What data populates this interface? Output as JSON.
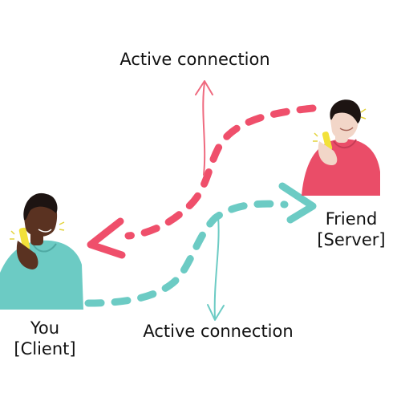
{
  "labels": {
    "top_connection": "Active connection",
    "bottom_connection": "Active connection",
    "client_line1": "You",
    "client_line2": "[Client]",
    "server_line1": "Friend",
    "server_line2": "[Server]"
  },
  "colors": {
    "client_to_server": "#6ccbc4",
    "server_to_client": "#ef4f6b",
    "client_shirt": "#6ccbc4",
    "server_shirt": "#ea4d68",
    "client_skin": "#5a3221",
    "server_skin": "#f2d6c8",
    "hair": "#1d1412",
    "phone": "#f2e13a",
    "background": "#ffffff"
  },
  "icons": [
    "person-on-phone-client",
    "person-on-phone-server",
    "arrow-head-left",
    "arrow-head-right",
    "arrow-up",
    "arrow-down"
  ]
}
